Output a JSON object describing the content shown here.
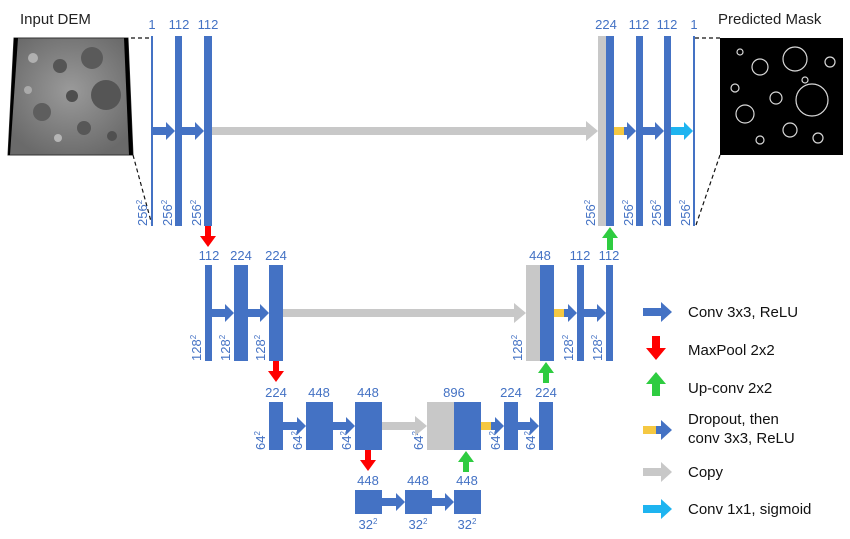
{
  "labels": {
    "input": "Input DEM",
    "output": "Predicted Mask"
  },
  "colors": {
    "conv": "#4472c4",
    "copy": "#c8c8c8",
    "maxpool": "#ff0000",
    "upconv": "#2ecc40",
    "dropout": "#f5c842",
    "conv1x1": "#1eb4f0"
  },
  "levels": [
    {
      "id": "L1",
      "channels": [
        "1",
        "112",
        "112",
        "224",
        "112",
        "112",
        "1"
      ],
      "resolution": "256",
      "resolution_exp": "2"
    },
    {
      "id": "L2",
      "channels": [
        "112",
        "224",
        "224",
        "448",
        "112",
        "112"
      ],
      "resolution": "128",
      "resolution_exp": "2"
    },
    {
      "id": "L3",
      "channels": [
        "224",
        "448",
        "448",
        "896",
        "224",
        "224"
      ],
      "resolution": "64",
      "resolution_exp": "2"
    },
    {
      "id": "L4",
      "channels": [
        "448",
        "448",
        "448"
      ],
      "resolution": "32",
      "resolution_exp": "2"
    }
  ],
  "legend": [
    {
      "key": "conv",
      "lines": [
        "Conv 3x3, ReLU"
      ]
    },
    {
      "key": "maxpool",
      "lines": [
        "MaxPool 2x2"
      ]
    },
    {
      "key": "upconv",
      "lines": [
        "Up-conv 2x2"
      ]
    },
    {
      "key": "dropout",
      "lines": [
        "Dropout, then",
        "conv 3x3, ReLU"
      ]
    },
    {
      "key": "copy",
      "lines": [
        "Copy"
      ]
    },
    {
      "key": "conv1x1",
      "lines": [
        "Conv 1x1, sigmoid"
      ]
    }
  ]
}
